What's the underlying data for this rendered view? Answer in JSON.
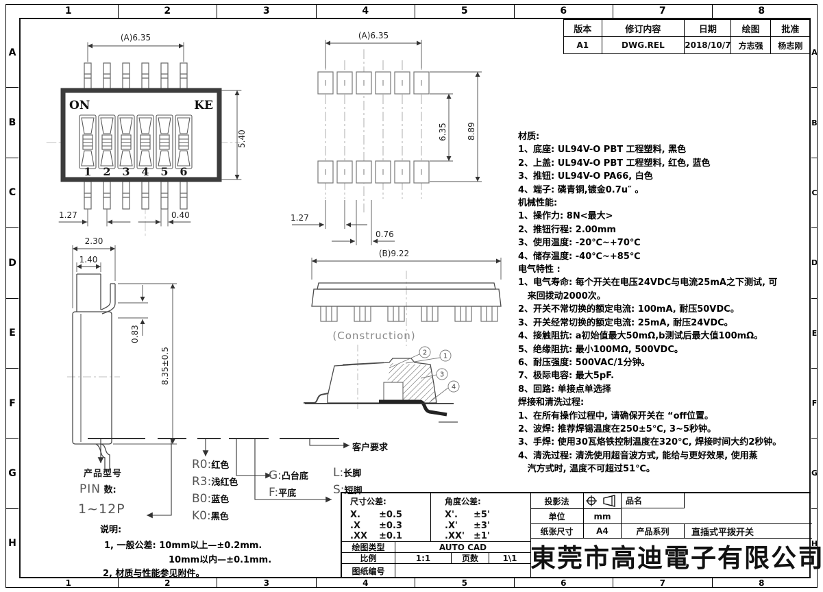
{
  "frame": {
    "cols": [
      "1",
      "2",
      "3",
      "4",
      "5",
      "6",
      "7",
      "8"
    ],
    "rows": [
      "A",
      "B",
      "C",
      "D",
      "E",
      "F",
      "G",
      "H"
    ]
  },
  "revision_table": {
    "headers": [
      "版本",
      "修订内容",
      "日期",
      "绘图",
      "批准"
    ],
    "row": {
      "version": "A1",
      "content": "DWG.REL",
      "date": "2018/10/7",
      "drawn": "方志强",
      "approved": "杨志刚"
    }
  },
  "front_view": {
    "on_label": "ON",
    "brand": "KE",
    "positions": [
      "1",
      "2",
      "3",
      "4",
      "5",
      "6"
    ],
    "dims": {
      "top": "(A)6.35",
      "height": "5.40",
      "pitch": "1.27",
      "pin": "0.40"
    }
  },
  "pad_view": {
    "dims": {
      "top": "(A)6.35",
      "inner": "6.35",
      "outer": "8.89",
      "pitch": "1.27",
      "pad": "0.76"
    }
  },
  "side_view": {
    "dims": {
      "depth": "2.30",
      "body": "1.40",
      "lead": "0.83",
      "height": "8.35±0.5"
    }
  },
  "construction_view": {
    "dim": "(B)9.22",
    "caption": "(Construction)",
    "balloons": {
      "b1": "1",
      "b2": "2",
      "b3": "3",
      "b4": "4"
    }
  },
  "specs": {
    "lines": [
      "材质:",
      "1、底座: UL94V-O PBT 工程塑料, 黑色",
      "2、上盖: UL94V-O PBT 工程塑料, 红色, 蓝色",
      "3、推钮: UL94V-O PA66, 白色",
      "4、端子: 磷青铜,镀金0.7u″ 。",
      "机械性能:",
      "1、操作力: 8N<最大>",
      "2、推钮行程: 2.00mm",
      "3、使用温度: -20℃~+70℃",
      "4、储存温度: -40℃~+85℃",
      "电气特性 :",
      "1、电气寿命: 每个开关在电压24VDC与电流25mA之下测试, 可",
      "   来回拨动2000次。",
      "2、开关不常切换的额定电流: 100mA, 耐压50VDC。",
      "3、开关经常切换的额定电流: 25mA, 耐压24VDC。",
      "4、接触阻抗: a初始值最大50mΩ,b测试后最大值100mΩ。",
      "5、绝缘阻抗: 最小100MΩ, 500VDC。",
      "6、耐压强度: 500VAC/1分钟。",
      "7、极际电容: 最大5pF.",
      "8、回路: 单接点单选择",
      "焊接和清洗过程:",
      "1、在所有操作过程中, 请确保开关在 “off位置。",
      "2、波焊: 推荐焊锡温度在250±5℃, 3~5秒钟。",
      "3、手焊: 使用30瓦烙铁控制温度在320℃, 焊接时间大约2秒钟。",
      "4、清洗过程: 清洗使用超音波方式, 能给与更好效果, 使用蒸",
      "   汽方式时, 温度不可超过51℃。"
    ]
  },
  "code_legend": {
    "title_label": "产品型号",
    "pin_code": "PIN",
    "pin_suffix": " 数:",
    "pin_range": "1~12P",
    "colors": [
      {
        "c": "R0:",
        "n": "红色"
      },
      {
        "c": "R3:",
        "n": "浅红色"
      },
      {
        "c": "B0:",
        "n": "蓝色"
      },
      {
        "c": "K0:",
        "n": "黑色"
      }
    ],
    "base": [
      {
        "c": "G:",
        "n": "凸台底"
      },
      {
        "c": "F:",
        "n": "平底"
      }
    ],
    "legs": [
      {
        "c": "L:",
        "n": "长脚"
      },
      {
        "c": "S:",
        "n": "短脚"
      }
    ],
    "customer": "客户要求",
    "notes": [
      "说明:",
      "1, 一般公差: 10mm以上—±0.2mm.",
      "10mm以内—±0.1mm.",
      "2, 材质与性能参见附件。"
    ]
  },
  "title_block": {
    "dim_tol_label": "尺寸公差:",
    "dim_tol": [
      [
        "X.",
        "±0.5"
      ],
      [
        ".X",
        "±0.3"
      ],
      [
        ".XX",
        "±0.1"
      ]
    ],
    "angle_tol_label": "角度公差:",
    "angle_tol": [
      [
        "X'.",
        "±5'"
      ],
      [
        ".X'",
        "±3'"
      ],
      [
        ".XX'",
        "±1'"
      ]
    ],
    "draw_type_label": "绘图类型",
    "draw_type": "AUTO CAD",
    "scale_label": "比例",
    "scale": "1:1",
    "pages_label": "页数",
    "pages": "1\\1",
    "drawing_no_label": "图纸编号",
    "projection_label": "投影法",
    "name_label": "品名",
    "unit_label": "单位",
    "unit": "mm",
    "paper_label": "纸张尺寸",
    "paper": "A4",
    "series_label": "产品系列",
    "series": "直插式平拨开关",
    "company": "東莞市高迪電子有限公司"
  }
}
